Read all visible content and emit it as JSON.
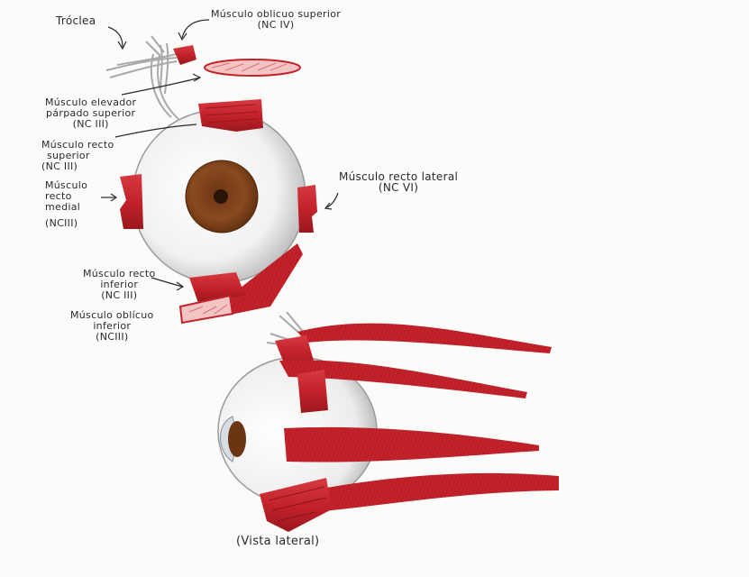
{
  "labels": {
    "troclea": "Tróclea",
    "oblicuo_superior": {
      "name": "Músculo oblicuo superior",
      "nerve": "(NC IV)"
    },
    "elevador": {
      "line1": "Músculo elevador",
      "line2": "párpado superior",
      "nerve": "(NC III)"
    },
    "recto_superior": {
      "line1": "Músculo recto",
      "line2": "superior",
      "nerve": "(NC III)"
    },
    "recto_medial": {
      "line1": "Músculo",
      "line2": "recto",
      "line3": "medial",
      "nerve": "(NCIII)"
    },
    "recto_lateral": {
      "name": "Músculo recto lateral",
      "nerve": "(NC VI)"
    },
    "recto_inferior": {
      "line1": "Músculo recto",
      "line2": "inferior",
      "nerve": "(NC III)"
    },
    "oblicuo_inferior": {
      "line1": "Músculo oblícuo",
      "line2": "inferior",
      "nerve": "(NCIII)"
    },
    "vista_lateral": "(Vista lateral)"
  },
  "colors": {
    "muscle": "#c3222b",
    "muscle_dark": "#8e1419",
    "iris": "#8a4a1f",
    "pupil": "#2a1408",
    "sclera_shade": "#c9c9c9",
    "ink": "#2a2a2a"
  }
}
